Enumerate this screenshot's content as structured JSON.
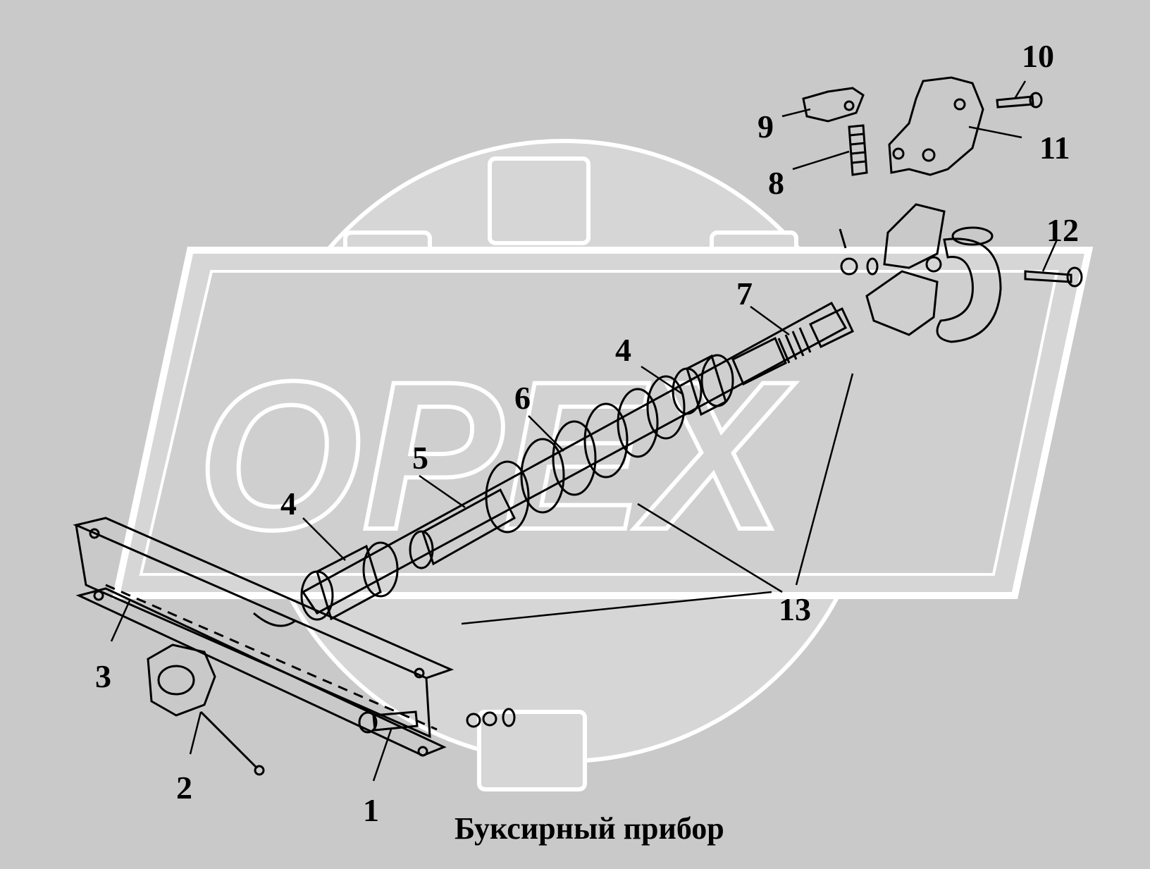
{
  "title": "Буксирный прибор",
  "watermark": {
    "text": "ОРЕХ",
    "color": "#d2d2d2",
    "outline": "#ffffff"
  },
  "colors": {
    "background": "#c9c9c9",
    "ink": "#000000",
    "part_fill": "#ffffff"
  },
  "callouts": [
    {
      "id": "c1",
      "label": "1"
    },
    {
      "id": "c2",
      "label": "2"
    },
    {
      "id": "c3",
      "label": "3"
    },
    {
      "id": "c4a",
      "label": "4"
    },
    {
      "id": "c4b",
      "label": "4"
    },
    {
      "id": "c5",
      "label": "5"
    },
    {
      "id": "c6",
      "label": "6"
    },
    {
      "id": "c7",
      "label": "7"
    },
    {
      "id": "c8",
      "label": "8"
    },
    {
      "id": "c9",
      "label": "9"
    },
    {
      "id": "c10",
      "label": "10"
    },
    {
      "id": "c11",
      "label": "11"
    },
    {
      "id": "c12",
      "label": "12"
    },
    {
      "id": "c13",
      "label": "13"
    }
  ]
}
